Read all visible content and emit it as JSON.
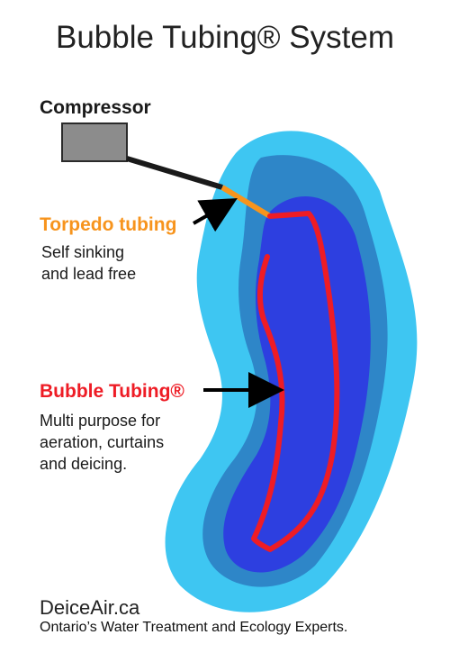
{
  "title": "Bubble Tubing® System",
  "compressor": {
    "label": "Compressor"
  },
  "torpedo": {
    "label": "Torpedo tubing",
    "description_line1": "Self sinking",
    "description_line2": "and lead free",
    "color": "#f7941d"
  },
  "bubble_tubing": {
    "label": "Bubble Tubing®",
    "description_line1": "Multi purpose for",
    "description_line2": "aeration, curtains",
    "description_line3": "and deicing.",
    "color": "#ee1c25"
  },
  "brand": "DeiceAir.ca",
  "tagline": "Ontario’s Water Treatment and Ecology Experts.",
  "colors": {
    "pond_outer": "#3ec6f2",
    "pond_middle": "#2e86c8",
    "pond_inner": "#2d3fe0",
    "compressor_fill": "#8c8c8c",
    "hose": "#1a1a1a",
    "arrow": "#000000"
  }
}
